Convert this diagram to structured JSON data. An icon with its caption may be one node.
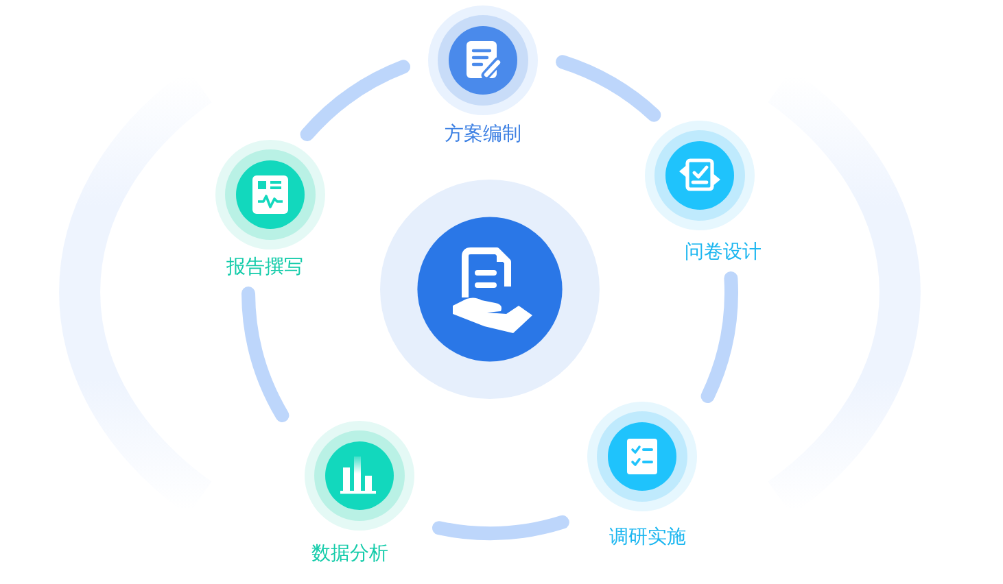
{
  "diagram": {
    "nodes": [
      {
        "text": [
          "方案编制"
        ]
      },
      {
        "text": [
          "问卷设计"
        ]
      },
      {
        "text": [
          "调研实施"
        ]
      },
      {
        "text": [
          "数据分析"
        ]
      },
      {
        "text": [
          "报告撰写"
        ]
      },
      {
        "text": [],
        "shape": "circle"
      }
    ],
    "edges": [
      {
        "from": 0,
        "to": 1,
        "arrow": "none"
      },
      {
        "from": 1,
        "to": 2,
        "arrow": "none"
      },
      {
        "from": 2,
        "to": 3,
        "arrow": "none"
      },
      {
        "from": 3,
        "to": 4,
        "arrow": "none"
      },
      {
        "from": 4,
        "to": 0,
        "arrow": "none"
      }
    ]
  }
}
